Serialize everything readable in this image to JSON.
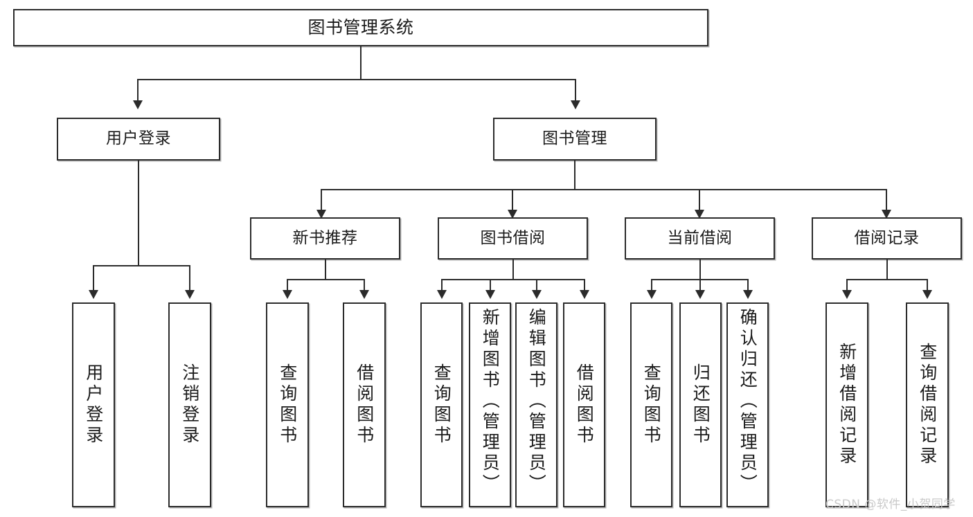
{
  "diagram": {
    "type": "tree",
    "title": "图书管理系统",
    "root": {
      "label": "图书管理系统"
    },
    "level2": [
      {
        "label": "用户登录"
      },
      {
        "label": "图书管理"
      }
    ],
    "level3": [
      {
        "label": "新书推荐"
      },
      {
        "label": "图书借阅"
      },
      {
        "label": "当前借阅"
      },
      {
        "label": "借阅记录"
      }
    ],
    "leaves": {
      "user_login": [
        {
          "label": "用户登录"
        },
        {
          "label": "注销登录"
        }
      ],
      "new_book_recommend": [
        {
          "label": "查询图书"
        },
        {
          "label": "借阅图书"
        }
      ],
      "book_borrow": [
        {
          "label": "查询图书"
        },
        {
          "label": "新增图书（管理员）"
        },
        {
          "label": "编辑图书（管理员）"
        },
        {
          "label": "借阅图书"
        }
      ],
      "current_borrow": [
        {
          "label": "查询图书"
        },
        {
          "label": "归还图书"
        },
        {
          "label": "确认归还（管理员）"
        }
      ],
      "borrow_record": [
        {
          "label": "新增借阅记录"
        },
        {
          "label": "查询借阅记录"
        }
      ]
    }
  },
  "watermark": {
    "text": "CSDN @软件_小贺同学"
  },
  "colors": {
    "stroke": "#2b2b2b",
    "fill": "#ffffff",
    "text": "#1a1a1a",
    "watermark": "#c9c9c9"
  }
}
